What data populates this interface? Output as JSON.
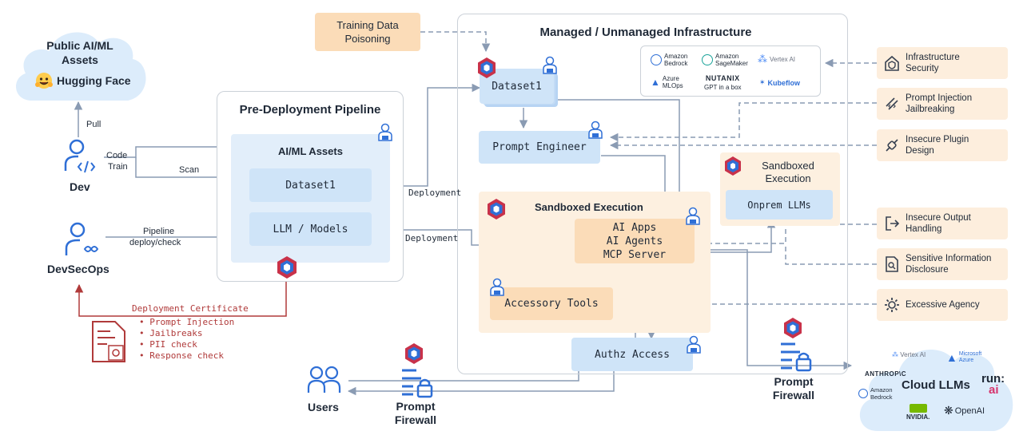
{
  "cloud_public": {
    "line1": "Public AI/ML",
    "line2": "Assets",
    "brand": "Hugging Face"
  },
  "actors": {
    "dev": "Dev",
    "devsecops": "DevSecOps",
    "users": "Users"
  },
  "edge_labels": {
    "pull": "Pull",
    "code": "Code",
    "train": "Train",
    "scan": "Scan",
    "pipeline": "Pipeline",
    "deploy_check": "deploy/check",
    "deployment1": "Deployment",
    "deployment2": "Deployment"
  },
  "pre_deployment": {
    "title": "Pre-Deployment Pipeline",
    "assets_title": "AI/ML Assets",
    "dataset": "Dataset1",
    "models": "LLM / Models"
  },
  "certificate": {
    "title": "Deployment Certificate",
    "items": [
      "Prompt Injection",
      "Jailbreaks",
      "PII check",
      "Response check"
    ]
  },
  "training_poison": {
    "line1": "Training Data",
    "line2": "Poisoning"
  },
  "infra": {
    "title": "Managed / Unmanaged Infrastructure",
    "dataset": "Dataset1",
    "prompt_engineer": "Prompt Engineer",
    "sandbox_title": "Sandboxed Execution",
    "apps_line1": "AI Apps",
    "apps_line2": "AI Agents",
    "apps_line3": "MCP Server",
    "accessory": "Accessory Tools",
    "authz": "Authz Access",
    "sandbox2_line1": "Sandboxed",
    "sandbox2_line2": "Execution",
    "onprem": "Onprem LLMs"
  },
  "providers": {
    "bedrock": [
      "Amazon",
      "Bedrock"
    ],
    "sagemaker": [
      "Amazon",
      "SageMaker"
    ],
    "vertex": "Vertex AI",
    "azure": [
      "Azure",
      "MLOps"
    ],
    "nutanix": [
      "NUTANIX",
      "GPT in a box"
    ],
    "kubeflow": "Kubeflow"
  },
  "threats": [
    {
      "icon": "home-shield-icon",
      "line1": "Infrastructure",
      "line2": "Security"
    },
    {
      "icon": "code-icon",
      "line1": "Prompt Injection",
      "line2": "Jailbreaking"
    },
    {
      "icon": "plug-icon",
      "line1": "Insecure Plugin",
      "line2": "Design"
    },
    {
      "icon": "exit-icon",
      "line1": "Insecure Output",
      "line2": "Handling"
    },
    {
      "icon": "search-document-icon",
      "line1": "Sensitive Information",
      "line2": "Disclosure"
    },
    {
      "icon": "gear-icon",
      "line1": "Excessive Agency",
      "line2": ""
    }
  ],
  "firewalls": {
    "left": [
      "Prompt",
      "Firewall"
    ],
    "right": [
      "Prompt",
      "Firewall"
    ]
  },
  "cloud_llms": {
    "title": "Cloud LLMs",
    "vertex": "Vertex AI",
    "azure": [
      "Microsoft",
      "Azure"
    ],
    "anthropic": "ANTHROP\\C",
    "bedrock": [
      "Amazon",
      "Bedrock"
    ],
    "runai": [
      "run:",
      "ai"
    ],
    "nvidia": "NVIDIA.",
    "openai": "OpenAI"
  },
  "colors": {
    "blue": "#2f6fd6",
    "red": "#b03a3a",
    "line": "#8a9bb3",
    "orange_fill": "#fbdcb8",
    "blue_fill": "#cfe4f8"
  }
}
